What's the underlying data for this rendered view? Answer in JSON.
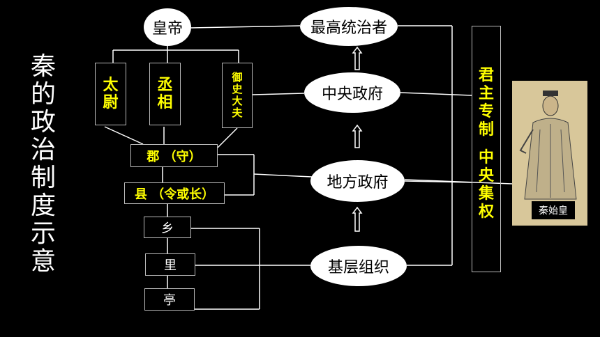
{
  "title_chars": [
    "秦",
    "的",
    "政",
    "治",
    "制",
    "度",
    "示",
    "意"
  ],
  "emperor": "皇帝",
  "ministers": {
    "taiwei": [
      "太",
      "尉"
    ],
    "chengxiang": [
      "丞",
      "相"
    ],
    "yushi": [
      "御",
      "史",
      "大",
      "夫"
    ]
  },
  "local": {
    "jun": "郡 （守）",
    "xian": "县 （令或长）"
  },
  "grassroots": [
    "乡",
    "里",
    "亭"
  ],
  "hierarchy": {
    "top": "最高统治者",
    "central": "中央政府",
    "local": "地方政府",
    "base": "基层组织"
  },
  "summary_chars": [
    "君",
    "主",
    "专",
    "制",
    "",
    "中",
    "央",
    "集",
    "权"
  ],
  "portrait_caption": "秦始皇",
  "colors": {
    "background": "#000000",
    "accent": "#ffff00",
    "line": "#ffffff"
  }
}
